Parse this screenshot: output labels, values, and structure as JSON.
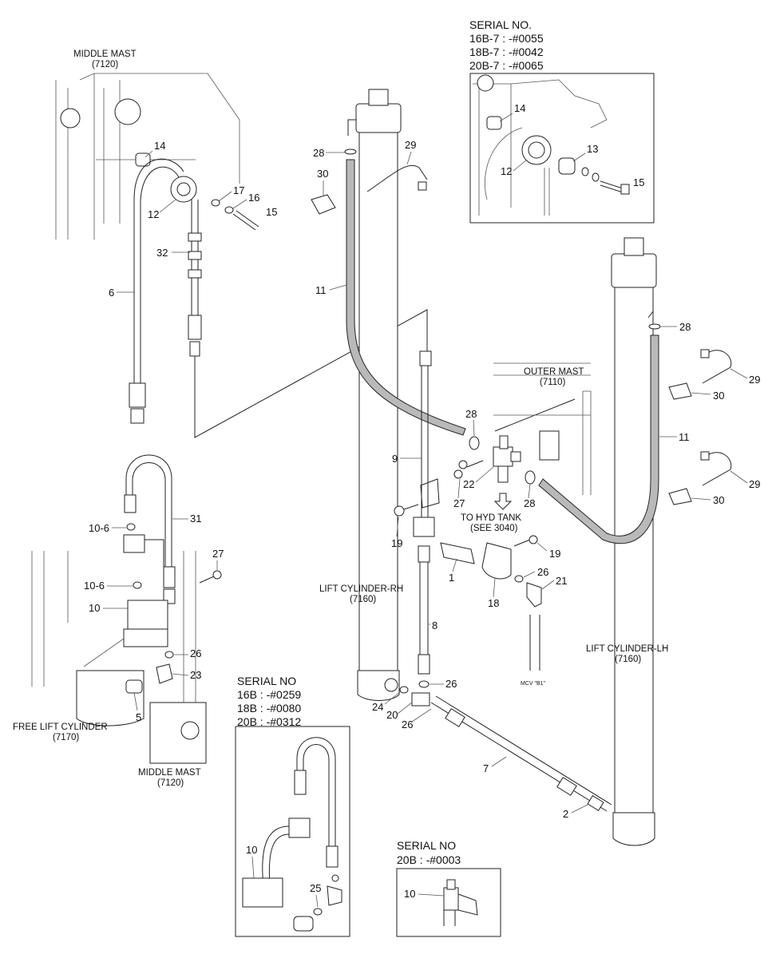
{
  "labels": {
    "middle_mast_top": "MIDDLE MAST",
    "middle_mast_top_no": "(7120)",
    "middle_mast_bottom": "MIDDLE MAST",
    "middle_mast_bottom_no": "(7120)",
    "outer_mast": "OUTER MAST",
    "outer_mast_no": "(7110)",
    "to_hyd_tank": "TO HYD TANK",
    "see_3040": "(SEE 3040)",
    "lift_cyl_rh": "LIFT CYLINDER-RH",
    "lift_cyl_rh_no": "(7160)",
    "lift_cyl_lh": "LIFT CYLINDER-LH",
    "lift_cyl_lh_no": "(7160)",
    "free_lift_cyl": "FREE LIFT CYLINDER",
    "free_lift_cyl_no": "(7170)",
    "mcv_tag": "MCV \"B1\""
  },
  "serial_boxes": [
    {
      "title": "SERIAL NO.",
      "lines": [
        "16B-7 : -#0055",
        "18B-7 : -#0042",
        "20B-7 : -#0065"
      ]
    },
    {
      "title": "SERIAL NO",
      "lines": [
        "16B : -#0259",
        "18B : -#0080",
        "20B : -#0312"
      ]
    },
    {
      "title": "SERIAL NO",
      "lines": [
        "20B : -#0003"
      ]
    }
  ],
  "part_numbers": {
    "p1": "1",
    "p2": "2",
    "p5": "5",
    "p6": "6",
    "p7": "7",
    "p8": "8",
    "p9": "9",
    "p10a": "10",
    "p10b": "10",
    "p10c": "10",
    "p10_6a": "10-6",
    "p10_6b": "10-6",
    "p11a": "11",
    "p11b": "11",
    "p12a": "12",
    "p12b": "12",
    "p13": "13",
    "p14a": "14",
    "p14b": "14",
    "p15a": "15",
    "p15b": "15",
    "p16": "16",
    "p17": "17",
    "p18": "18",
    "p19a": "19",
    "p19b": "19",
    "p20": "20",
    "p21": "21",
    "p22": "22",
    "p23": "23",
    "p24": "24",
    "p25": "25",
    "p26a": "26",
    "p26b": "26",
    "p26c": "26",
    "p26d": "26",
    "p27a": "27",
    "p27b": "27",
    "p28a": "28",
    "p28b": "28",
    "p28c": "28",
    "p28d": "28",
    "p29a": "29",
    "p29b": "29",
    "p29c": "29",
    "p30a": "30",
    "p30b": "30",
    "p30c": "30",
    "p31": "31",
    "p32": "32"
  }
}
